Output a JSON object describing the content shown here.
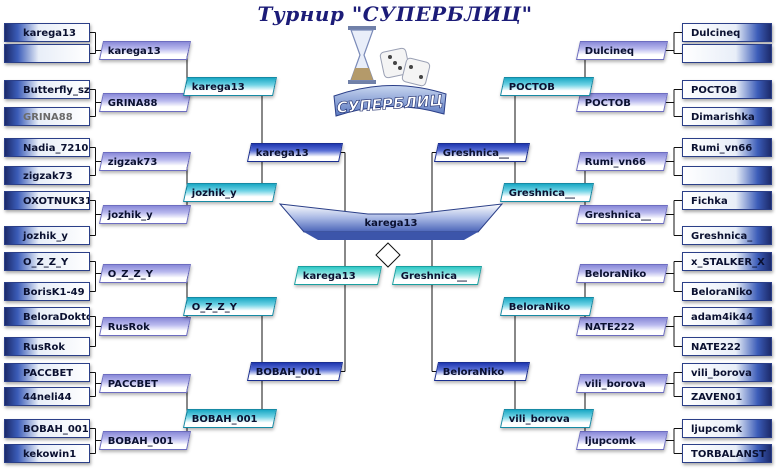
{
  "title": "Турнир \"СУПЕРБЛИЦ\"",
  "logo": {
    "text": "СУПЕРБЛИЦ",
    "icon": "hourglass-dice-logo"
  },
  "champion": "karega13",
  "finalists": {
    "left": "karega13",
    "right": "Greshnica__"
  },
  "left": {
    "round1": [
      "karega13",
      "",
      "Butterfly_sz",
      "GRINA88",
      "Nadia_7210",
      "zigzak73",
      "OXOTNUK31",
      "jozhik_y",
      "O_Z_Z_Y",
      "BorisK1-49",
      "BeloraDokto",
      "RusRok",
      "PACCBET",
      "44neli44",
      "BOBAH_001",
      "kekowin1"
    ],
    "round2": [
      "karega13",
      "GRINA88",
      "zigzak73",
      "jozhik_y",
      "O_Z_Z_Y",
      "RusRok",
      "PACCBET",
      "BOBAH_001"
    ],
    "round3": [
      "karega13",
      "jozhik_y",
      "O_Z_Z_Y",
      "BOBAH_001"
    ],
    "round4": [
      "karega13",
      "BOBAH_001"
    ]
  },
  "right": {
    "round1": [
      "Dulcineq",
      "",
      "POCTOB",
      "Dimarishka",
      "Rumi_vn66",
      "",
      "Fichka",
      "Greshnica_",
      "x_STALKER_X",
      "BeloraNiko",
      "adam4ik44",
      "NATE222",
      "vili_borova",
      "ZAVEN01",
      "ljupcomk",
      "TORBALANST"
    ],
    "round2": [
      "Dulcineq",
      "POCTOB",
      "Rumi_vn66",
      "Greshnica__",
      "BeloraNiko",
      "NATE222",
      "vili_borova",
      "ljupcomk"
    ],
    "round3": [
      "POCTOB",
      "Greshnica__",
      "BeloraNiko",
      "vili_borova"
    ],
    "round4": [
      "Greshnica__",
      "BeloraNiko"
    ]
  }
}
